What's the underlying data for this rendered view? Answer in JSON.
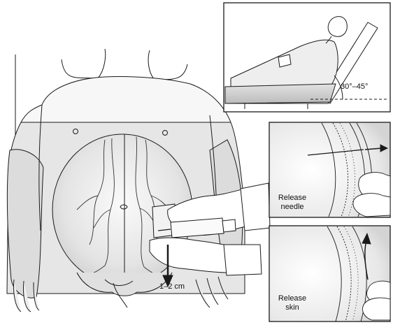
{
  "labels": {
    "angle": "30°–45°",
    "distance": "1–2 cm",
    "release_needle_line1": "Release",
    "release_needle_line2": "needle",
    "release_skin_line1": "Release",
    "release_skin_line2": "skin"
  },
  "colors": {
    "line": "#1a1a1a",
    "shade_light": "#ececec",
    "shade_mid": "#d6d6d6",
    "shade_dark": "#b8b8b8"
  }
}
